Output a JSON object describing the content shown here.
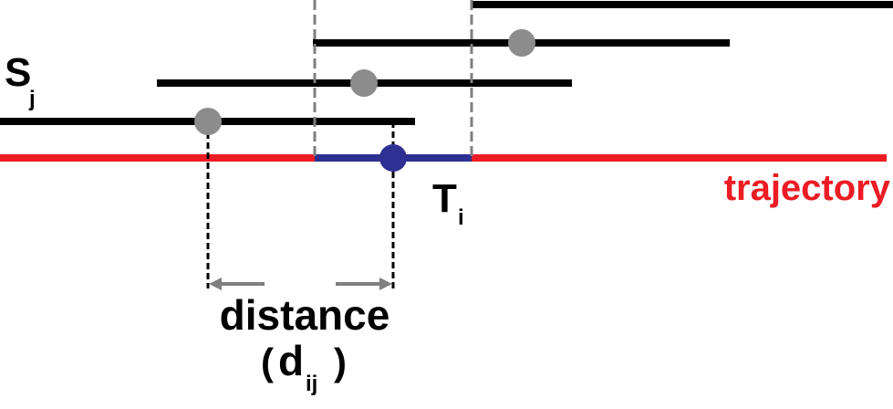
{
  "labels": {
    "s_main": "S",
    "s_sub": "j",
    "t_main": "T",
    "t_sub": "i",
    "trajectory": "trajectory",
    "distance": "distance",
    "d_open": "(",
    "d_main": "d",
    "d_sub": "ij",
    "d_close": ")"
  },
  "colors": {
    "trajectory": "#ed1c24",
    "segment_highlight": "#2e3192",
    "segment_dot": "#2e3192",
    "sample_line": "#000000",
    "sample_dot": "#8c8c8c",
    "dashed_guide": "#7f7f7f",
    "arrow": "#7f7f7f",
    "text": "#000000",
    "trajectory_text": "#ed1c24"
  }
}
